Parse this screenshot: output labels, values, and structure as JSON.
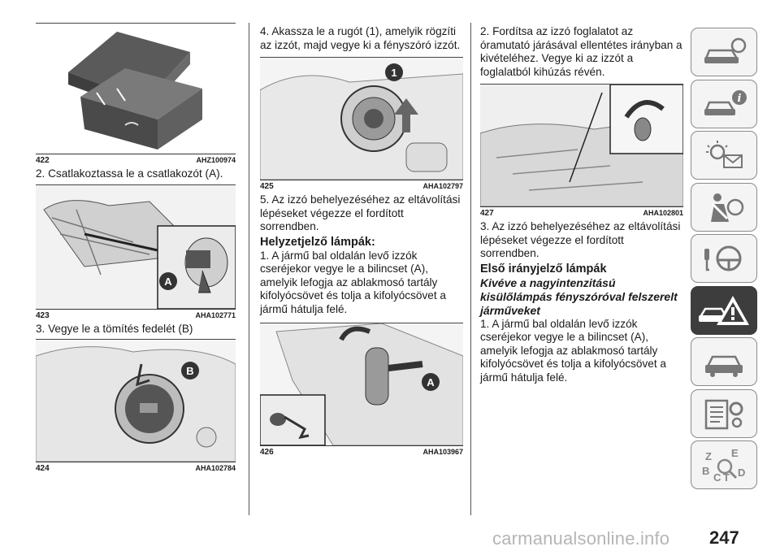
{
  "page_number": "247",
  "watermark": "carmanualsonline.info",
  "figures": {
    "f422": {
      "num": "422",
      "code": "AHZ100974"
    },
    "f423": {
      "num": "423",
      "code": "AHA102771",
      "label": "A"
    },
    "f424": {
      "num": "424",
      "code": "AHA102784",
      "label": "B"
    },
    "f425": {
      "num": "425",
      "code": "AHA102797",
      "label": "1"
    },
    "f426": {
      "num": "426",
      "code": "AHA103967",
      "label": "A"
    },
    "f427": {
      "num": "427",
      "code": "AHA102801"
    }
  },
  "col1": {
    "step2": "2. Csatlakoztassa le a csatlakozót (A).",
    "step3": "3. Vegye le a tömítés fedelét (B)"
  },
  "col2": {
    "step4": "4. Akassza le a rugót (1), amelyik rögzíti az izzót, majd vegye ki a fényszóró izzót.",
    "step5": "5. Az izzó behelyezéséhez az eltávolítási lépéseket végezze el fordított sorrendben.",
    "heading": "Helyzetjelző lámpák:",
    "step1": "1. A jármű bal oldalán levő izzók cseréjekor vegye le a bilincset (A), amelyik lefogja az ablakmosó tartály kifolyócsövet és tolja a kifolyócsövet a jármű hátulja felé."
  },
  "col3": {
    "step2": "2. Fordítsa az izzó foglalatot az óramutató járásával ellentétes irányban a kivételéhez. Vegye ki az izzót a foglalatból kihúzás révén.",
    "step3": "3. Az izzó behelyezéséhez az eltávolítási lépéseket végezze el fordított sorrendben.",
    "heading": "Első irányjelző lámpák",
    "subheading": "Kivéve a nagyintenzitású kisülőlámpás fényszóróval felszerelt járműveket",
    "step1": "1. A jármű bal oldalán levő izzók cseréjekor vegye le a bilincset (A), amelyik lefogja az ablakmosó tartály kifolyócsövet és tolja a kifolyócsövet a jármű hátulja felé."
  },
  "sidebar": {
    "tabs": [
      {
        "icon": "car-dashboard-icon"
      },
      {
        "icon": "car-info-icon"
      },
      {
        "icon": "warning-light-mail-icon"
      },
      {
        "icon": "airbag-seatbelt-icon"
      },
      {
        "icon": "key-steering-wheel-icon"
      },
      {
        "icon": "breakdown-warning-icon",
        "active": true
      },
      {
        "icon": "car-service-icon"
      },
      {
        "icon": "specs-gear-icon"
      },
      {
        "icon": "alphabet-index-icon",
        "letters": [
          "Z",
          "E",
          "B",
          "C",
          "T",
          "D"
        ]
      }
    ]
  }
}
